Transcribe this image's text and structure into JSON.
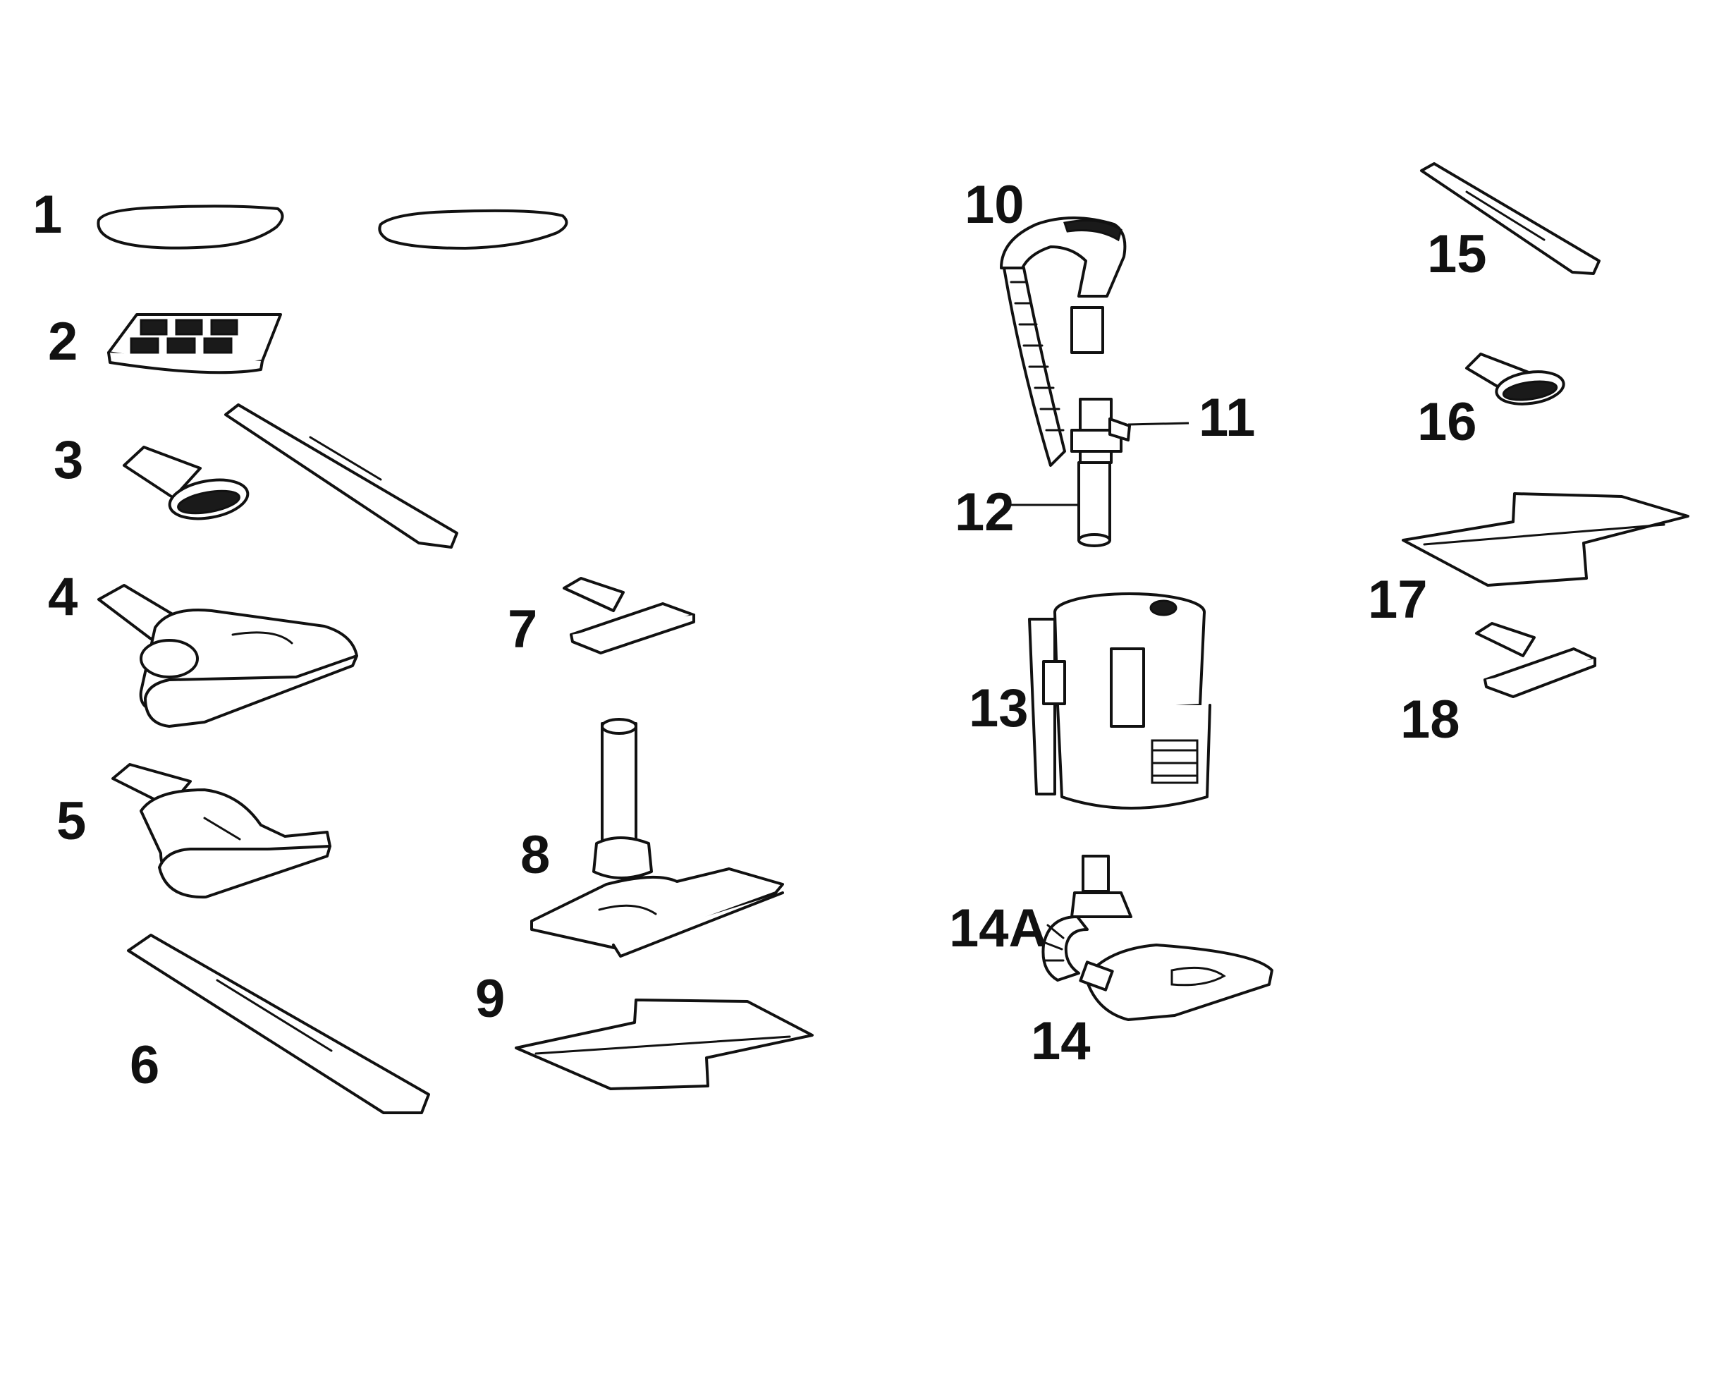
{
  "callouts": {
    "p1": "1",
    "p2": "2",
    "p3": "3",
    "p4": "4",
    "p5": "5",
    "p6": "6",
    "p7": "7",
    "p8": "8",
    "p9": "9",
    "p10": "10",
    "p11": "11",
    "p12": "12",
    "p13": "13",
    "p14A": "14A",
    "p14": "14",
    "p15": "15",
    "p16": "16",
    "p17": "17",
    "p18": "18"
  }
}
